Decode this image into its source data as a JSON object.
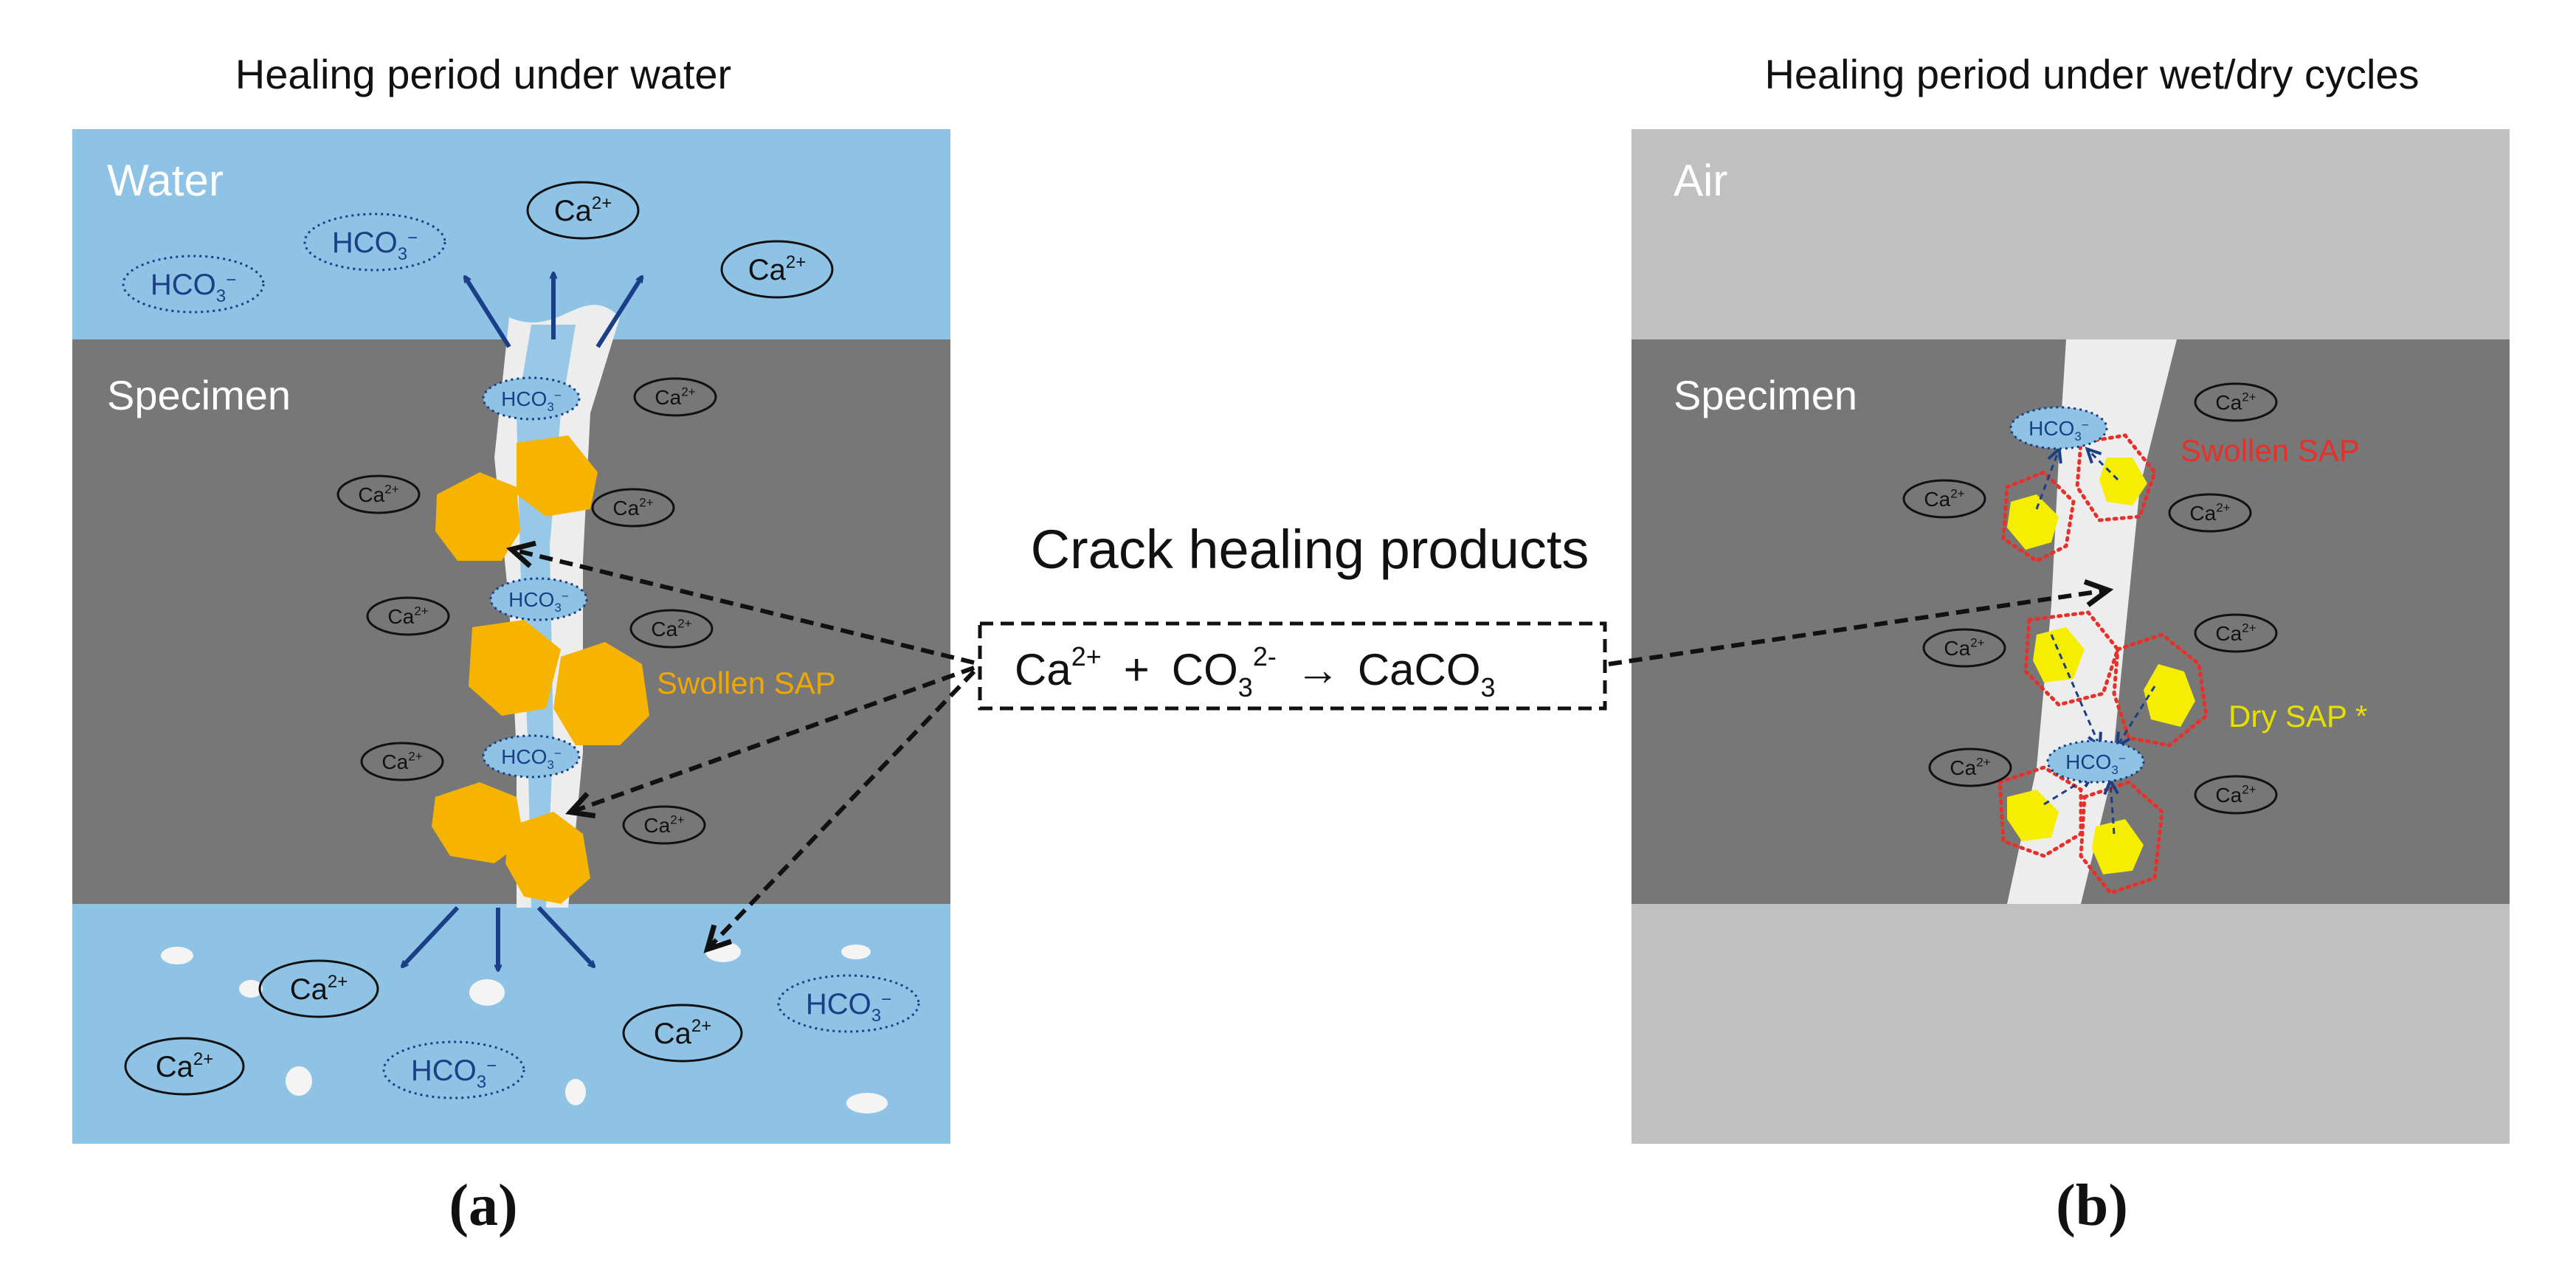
{
  "panel_a": {
    "title": "Healing period under water",
    "top_region": "Water",
    "specimen_label": "Specimen",
    "sap_label": "Swollen SAP",
    "caption": "(a)"
  },
  "panel_b": {
    "title": "Healing period under wet/dry cycles",
    "top_region": "Air",
    "specimen_label": "Specimen",
    "swollen_label": "Swollen SAP",
    "dry_label": "Dry SAP *",
    "caption": "(b)"
  },
  "center": {
    "heading": "Crack healing products",
    "reaction": {
      "ca": "Ca",
      "ca_charge": "2+",
      "plus": "+",
      "co": "CO",
      "co_sub": "3",
      "co_charge": "2-",
      "arrow": "→",
      "product": "CaCO",
      "product_sub": "3"
    }
  },
  "ions": {
    "ca": "Ca",
    "ca_charge": "2+",
    "hco": "HCO",
    "hco_sub": "3",
    "hco_charge": "−"
  },
  "colors": {
    "water": "#8ec3e6",
    "specimen": "#777777",
    "air": "#c0c0c0",
    "crack": "#ededed",
    "swollen_sap": "#f6b400",
    "dry_sap": "#f6ee00",
    "ion_blue": "#1b3f87",
    "sap_outline": "#e8302a",
    "sap_label_a": "#f0a800",
    "dry_label": "#e6e000"
  }
}
